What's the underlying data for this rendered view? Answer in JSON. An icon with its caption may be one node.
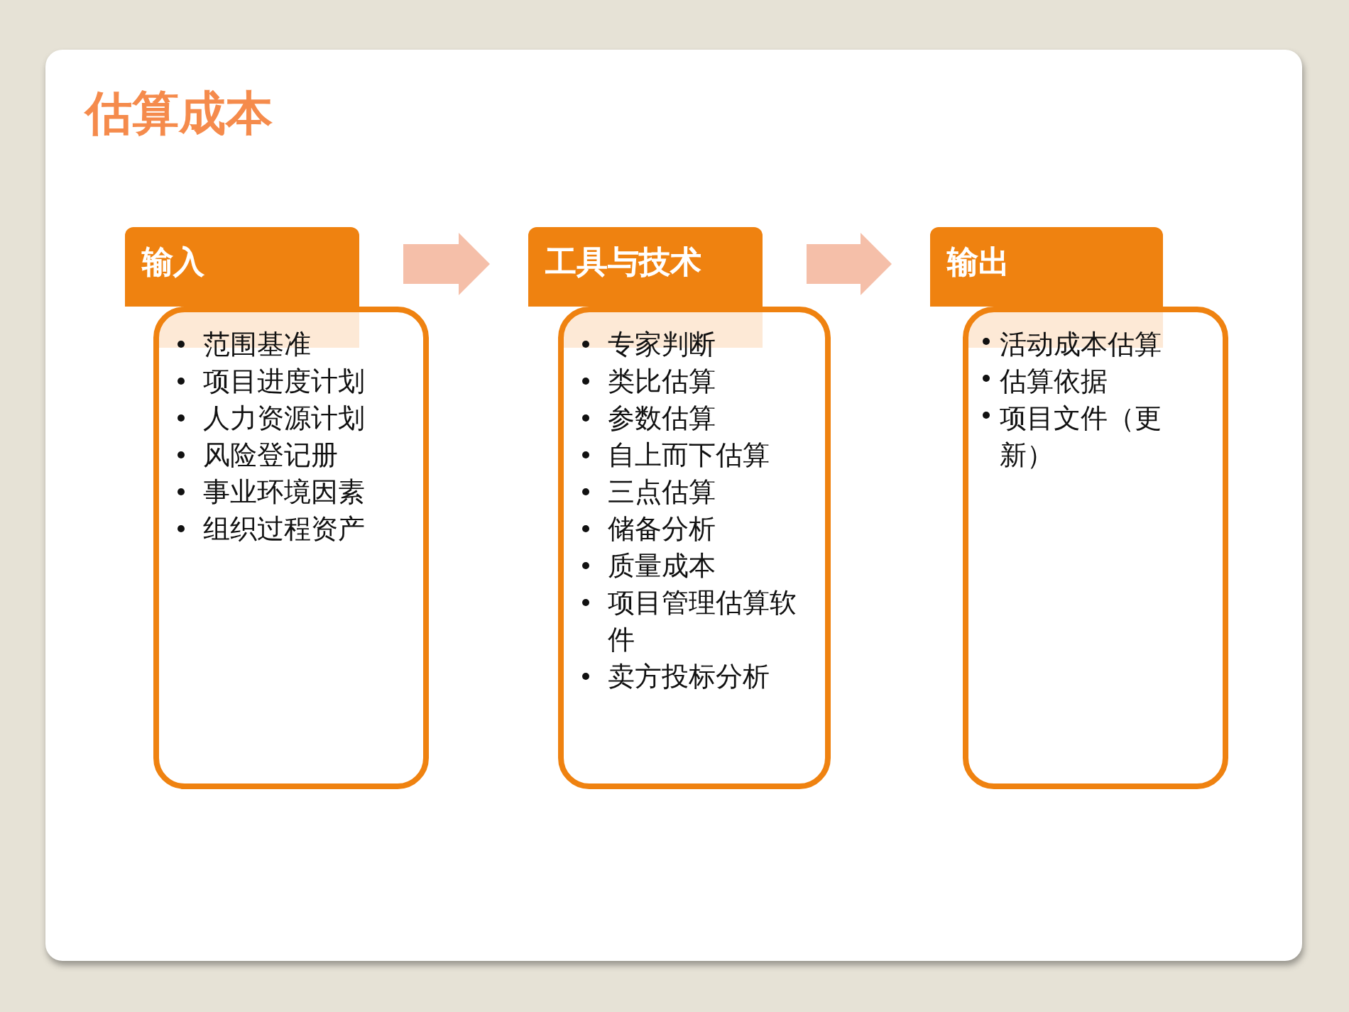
{
  "diagram": {
    "title": "估算成本",
    "nodes": [
      {
        "text": [
          "输入"
        ]
      },
      {
        "text": [
          "范围基准",
          "项目进度计划",
          "人力资源计划",
          "风险登记册",
          "事业环境因素",
          "组织过程资产"
        ]
      },
      {
        "text": [
          "工具与技术"
        ]
      },
      {
        "text": [
          "专家判断",
          "类比估算",
          "参数估算",
          "自上而下估算",
          "三点估算",
          "储备分析",
          "质量成本",
          "项目管理估算软件",
          "卖方投标分析"
        ]
      },
      {
        "text": [
          "输出"
        ]
      },
      {
        "text": [
          "活动成本估算",
          "估算依据",
          "项目文件（更新）"
        ]
      }
    ],
    "edges": [
      {
        "from": 0,
        "to": 2,
        "arrow": "to",
        "style": "thick"
      },
      {
        "from": 2,
        "to": 4,
        "arrow": "to",
        "style": "thick"
      }
    ]
  }
}
